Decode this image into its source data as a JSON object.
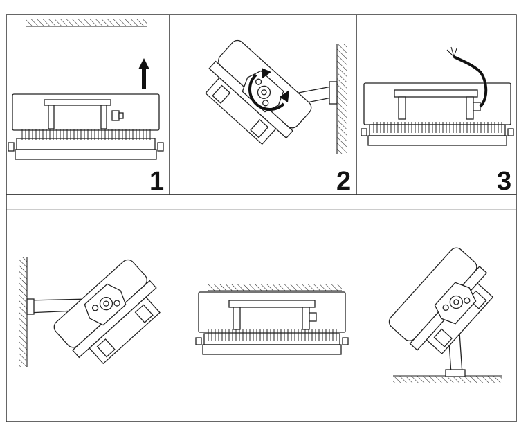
{
  "steps": [
    {
      "number": "1"
    },
    {
      "number": "2"
    },
    {
      "number": "3"
    }
  ],
  "colors": {
    "line": "#222222",
    "background": "#ffffff",
    "frame": "#333333"
  },
  "icons": [
    "up-arrow-icon",
    "rotate-arrow-icon",
    "cable-icon"
  ],
  "mounting_options": [
    "ceiling-mount",
    "wall-mount",
    "ground-mount"
  ]
}
